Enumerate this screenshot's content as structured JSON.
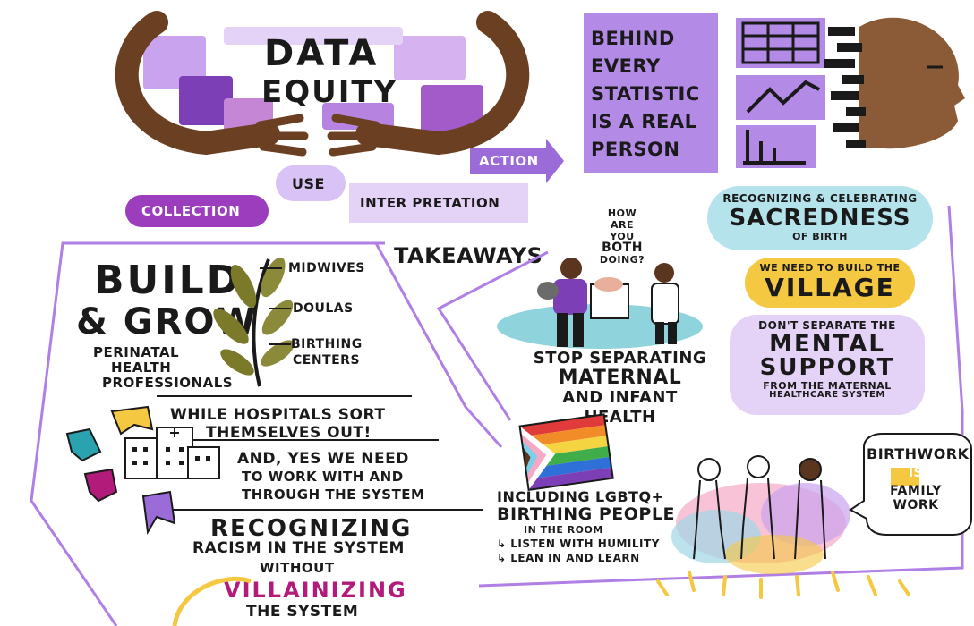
{
  "header": {
    "title_line1": "DATA",
    "title_line2": "EQUITY",
    "steps": [
      "COLLECTION",
      "USE",
      "INTER PRETATION",
      "ACTION"
    ]
  },
  "statistic": {
    "lines": [
      "BEHIND",
      "EVERY",
      "STATISTIC",
      "IS A REAL",
      "PERSON"
    ]
  },
  "takeaways_title": "TAKEAWAYS",
  "left_panel": {
    "build_line1": "BUILD",
    "build_line2": "& GROW",
    "build_sub": [
      "PERINATAL",
      "HEALTH",
      "PROFESSIONALS"
    ],
    "branch_labels": [
      "MIDWIVES",
      "DOULAS",
      "BIRTHING",
      "CENTERS"
    ],
    "hospitals": [
      "WHILE HOSPITALS SORT",
      "THEMSELVES OUT!"
    ],
    "work_with": [
      "AND, YES WE NEED",
      "TO WORK WITH and",
      "THROUGH THE SYSTEM"
    ],
    "racism": [
      "RECOGNIZING",
      "RACISM IN THE SYSTEM",
      "WITHOUT",
      "VILLAINIZING",
      "THE SYSTEM"
    ]
  },
  "right_panel": {
    "speech": [
      "HOW ARE",
      "YOU",
      "BOTH",
      "DOING?"
    ],
    "stop_separating": [
      "STOP SEPARATING",
      "MATERNAL",
      "and INFANT HEALTH"
    ],
    "sacredness": [
      "RECOGNIZING & CELEBRATING",
      "SACREDNESS",
      "of BIRTH"
    ],
    "village": [
      "WE NEED TO BUILD the",
      "VILLAGE"
    ],
    "mental": [
      "DON'T SEPARATE THE",
      "MENTAL",
      "SUPPORT",
      "FROM THE MATERNAL",
      "HEALTHCARE SYSTEM"
    ],
    "lgbtq": [
      "INCLUDING LGBTQ+",
      "BIRTHING PEOPLE",
      "IN THE ROOM",
      "↳ LISTEN with HUMILITY",
      "↳ LEAN IN and LEARN"
    ],
    "birthwork": [
      "BIRTHWORK",
      "IS",
      "FAMILY",
      "WORK"
    ]
  },
  "colors": {
    "purple": "#9b6bd8",
    "light_purple": "#d9c2f5",
    "magenta": "#b31b7a",
    "skin": "#7a4a2a",
    "yellow": "#f5c842",
    "teal": "#8fd3dc"
  }
}
